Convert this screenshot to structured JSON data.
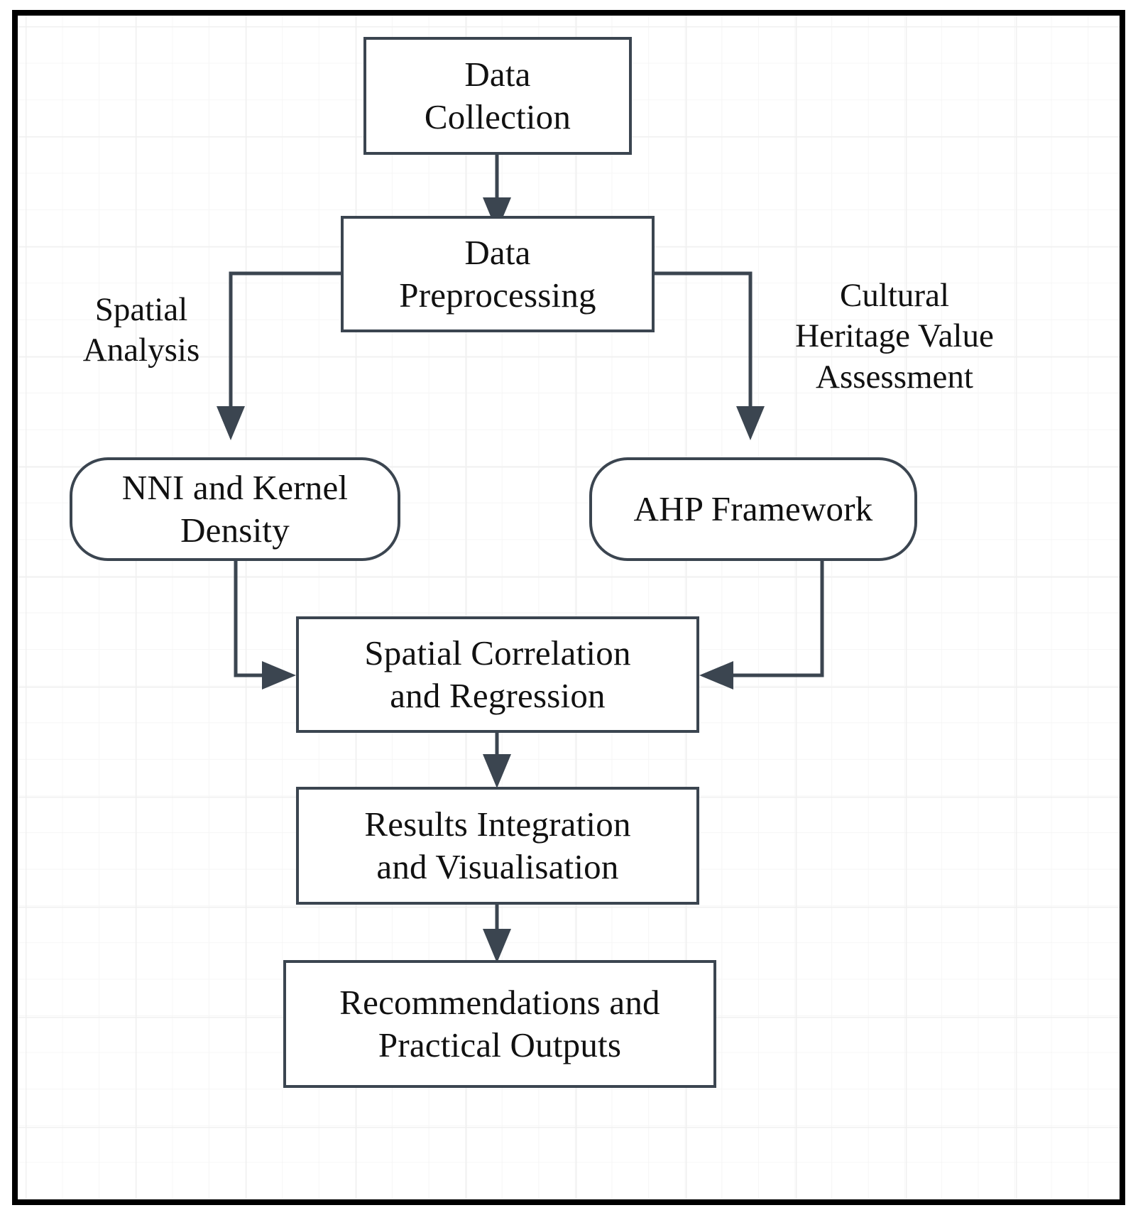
{
  "diagram": {
    "type": "flowchart",
    "orientation": "top-to-bottom",
    "background": "graph-paper-grid",
    "frame_color": "#000000",
    "node_border_color": "#3b4550",
    "node_fill_color": "#ffffff",
    "text_color": "#111111",
    "nodes": [
      {
        "id": "data-collection",
        "label": "Data\nCollection",
        "shape": "rectangle"
      },
      {
        "id": "data-preprocessing",
        "label": "Data\nPreprocessing",
        "shape": "rectangle"
      },
      {
        "id": "nni-kernel-density",
        "label": "NNI and Kernel\nDensity",
        "shape": "rounded-rectangle"
      },
      {
        "id": "ahp-framework",
        "label": "AHP Framework",
        "shape": "rounded-rectangle"
      },
      {
        "id": "spatial-correlation",
        "label": "Spatial Correlation\nand Regression",
        "shape": "rectangle"
      },
      {
        "id": "results-integration",
        "label": "Results Integration\nand Visualisation",
        "shape": "rectangle"
      },
      {
        "id": "recommendations",
        "label": "Recommendations and\nPractical Outputs",
        "shape": "rectangle"
      }
    ],
    "edge_labels": [
      {
        "id": "spatial-analysis",
        "label": "Spatial\nAnalysis"
      },
      {
        "id": "cultural-heritage",
        "label": "Cultural\nHeritage Value\nAssessment"
      }
    ],
    "edges": [
      {
        "from": "data-collection",
        "to": "data-preprocessing",
        "label": ""
      },
      {
        "from": "data-preprocessing",
        "to": "nni-kernel-density",
        "label": "Spatial Analysis"
      },
      {
        "from": "data-preprocessing",
        "to": "ahp-framework",
        "label": "Cultural Heritage Value Assessment"
      },
      {
        "from": "nni-kernel-density",
        "to": "spatial-correlation",
        "label": ""
      },
      {
        "from": "ahp-framework",
        "to": "spatial-correlation",
        "label": ""
      },
      {
        "from": "spatial-correlation",
        "to": "results-integration",
        "label": ""
      },
      {
        "from": "results-integration",
        "to": "recommendations",
        "label": ""
      }
    ]
  }
}
